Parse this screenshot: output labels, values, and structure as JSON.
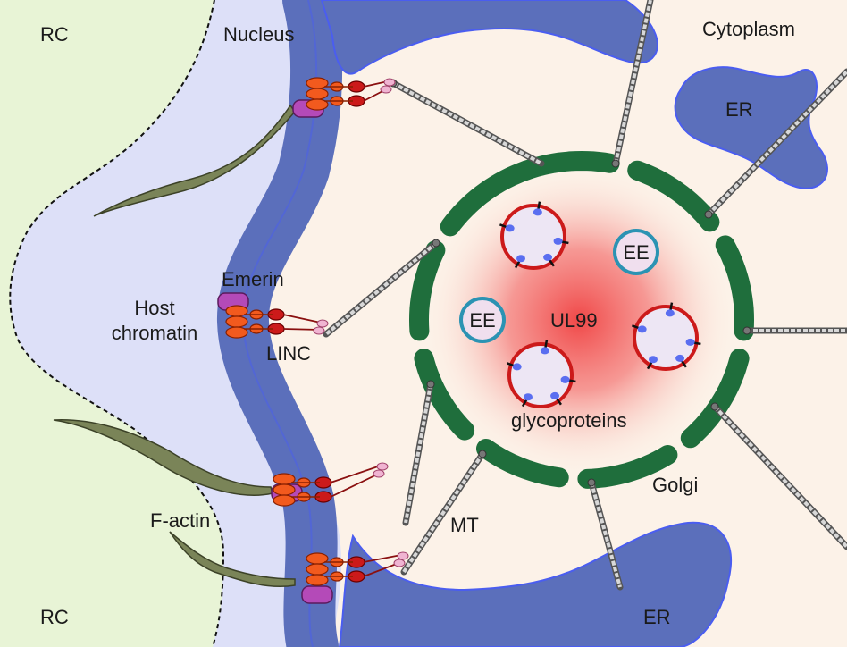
{
  "labels": {
    "rc_top": "RC",
    "rc_bottom": "RC",
    "nucleus": "Nucleus",
    "cytoplasm": "Cytoplasm",
    "er_top": "ER",
    "er_bottom": "ER",
    "emerin": "Emerin",
    "host_chromatin_line1": "Host",
    "host_chromatin_line2": "chromatin",
    "linc": "LINC",
    "f_actin": "F-actin",
    "mt": "MT",
    "golgi": "Golgi",
    "ul99": "UL99",
    "glycoproteins": "glycoproteins",
    "ee_left": "EE",
    "ee_right": "EE"
  },
  "colors": {
    "replication_compartment": "#e8f4d6",
    "nucleoplasm": "#dde0f8",
    "nuclear_envelope": "#5b6fbb",
    "cytoplasm": "#fcf2e8",
    "golgi": "#1f6e3c",
    "ul99_glow": "#f04848",
    "vesicle_border": "#cc1a1a",
    "vesicle_fill": "#ede6f4",
    "early_endosome_border": "#2b93b3",
    "early_endosome_fill": "#f0dfee",
    "glycoprotein": "#5a6ef0",
    "microtubule": "#9a9a9a",
    "f_actin": "#7a8458",
    "emerin": "#b44ab8",
    "linc_sun": "#f25a1e",
    "linc_nesprin": "#cc1a1a",
    "kinesin": "#f0b4d2"
  }
}
